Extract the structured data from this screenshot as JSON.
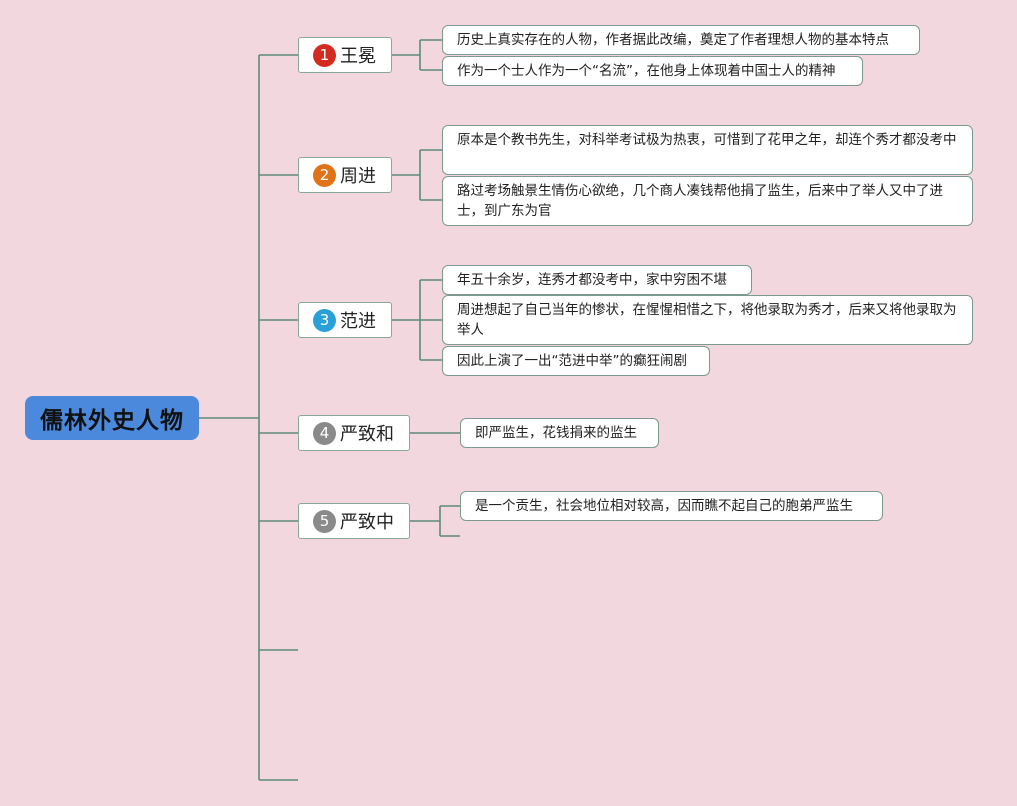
{
  "root": {
    "label": "儒林外史人物"
  },
  "colors": {
    "background": "#f3d7df",
    "root": "#4a89dc",
    "line": "#5c8a7c"
  },
  "topics": [
    {
      "num": "1",
      "label": "王冕",
      "badge_color": "#d42a1f",
      "notes": [
        "历史上真实存在的人物，作者据此改编，奠定了作者理想人物的基本特点",
        "作为一个士人作为一个“名流”，在他身上体现着中国士人的精神"
      ]
    },
    {
      "num": "2",
      "label": "周进",
      "badge_color": "#e07318",
      "notes": [
        "原本是个教书先生，对科举考试极为热衷，可惜到了花甲之年，却连个秀才都没考中",
        "路过考场触景生情伤心欲绝，几个商人凑钱帮他捐了监生，后来中了举人又中了进士，到广东为官"
      ]
    },
    {
      "num": "3",
      "label": "范进",
      "badge_color": "#2aa0d8",
      "notes": [
        "年五十余岁，连秀才都没考中，家中穷困不堪",
        "周进想起了自己当年的惨状，在惺惺相惜之下，将他录取为秀才，后来又将他录取为举人",
        "因此上演了一出“范进中举”的癫狂闹剧"
      ]
    },
    {
      "num": "4",
      "label": "严致和",
      "badge_color": "#8a8a8a",
      "notes": [
        "即严监生，花钱捐来的监生"
      ]
    },
    {
      "num": "5",
      "label": "严致中",
      "badge_color": "#8a8a8a",
      "notes": [
        "是一个贡生，社会地位相对较高，因而瞧不起自己的胞弟严监生"
      ]
    }
  ]
}
